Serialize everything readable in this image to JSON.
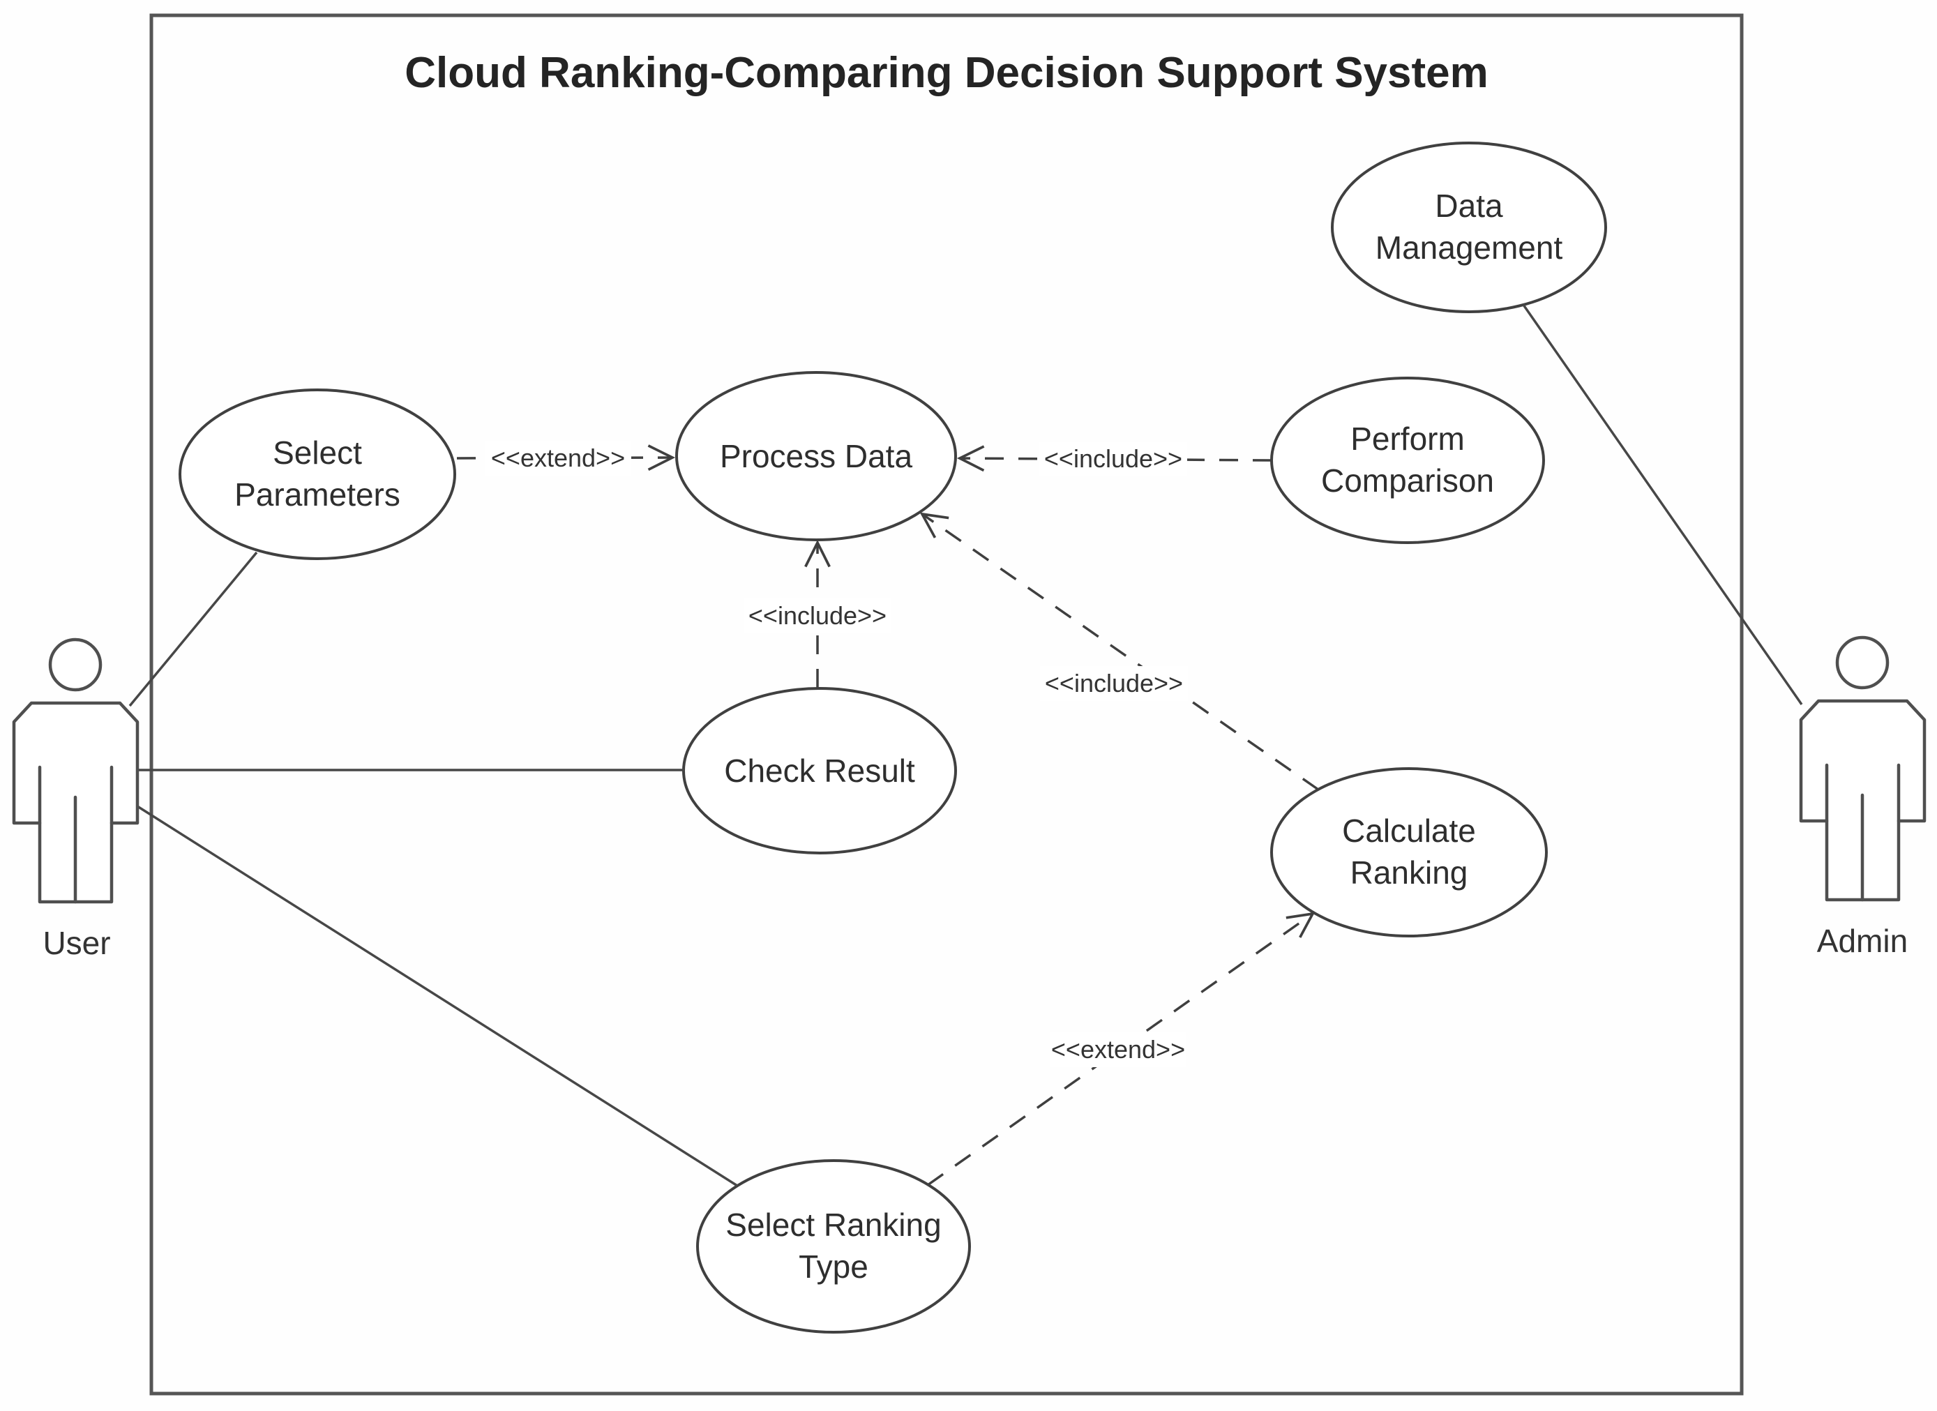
{
  "diagram": {
    "title": "Cloud Ranking-Comparing Decision Support System"
  },
  "actors": [
    {
      "id": "user",
      "label": "User"
    },
    {
      "id": "admin",
      "label": "Admin"
    }
  ],
  "use_cases": {
    "data_management": {
      "line1": "Data",
      "line2": "Management"
    },
    "select_parameters": {
      "line1": "Select",
      "line2": "Parameters"
    },
    "process_data": {
      "line1": "Process Data",
      "line2": ""
    },
    "perform_comparison": {
      "line1": "Perform",
      "line2": "Comparison"
    },
    "check_result": {
      "line1": "Check Result",
      "line2": ""
    },
    "calculate_ranking": {
      "line1": "Calculate",
      "line2": "Ranking"
    },
    "select_ranking_type": {
      "line1": "Select Ranking",
      "line2": "Type"
    }
  },
  "relationships": {
    "extend_select_parameters_to_process_data": "<<extend>>",
    "include_perform_comparison_to_process_data": "<<include>>",
    "include_check_result_to_process_data": "<<include>>",
    "include_calculate_ranking_to_process_data": "<<include>>",
    "extend_select_ranking_type_to_calculate_ranking": "<<extend>>"
  },
  "colors": {
    "stroke": "#474747",
    "ellipse_stroke": "#404040",
    "title_text": "#242424",
    "label_text": "#2f2f2f",
    "background": "#ffffff"
  }
}
